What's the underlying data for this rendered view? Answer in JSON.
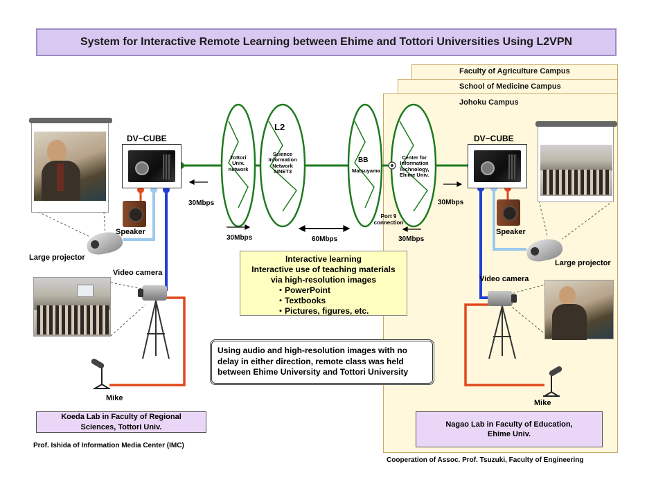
{
  "title": "System for Interactive Remote Learning between Ehime and Tottori Universities Using L2VPN",
  "campuses": [
    "Faculty of Agriculture Campus",
    "School of Medicine Campus",
    "Johoku Campus"
  ],
  "left_site": {
    "dv_cube": "DV−CUBE",
    "speaker": "Speaker",
    "projector": "Large projector",
    "video_camera": "Video camera",
    "mike": "Mike",
    "lab": "Koeda Lab in Faculty of Regional Sciences, Tottori Univ.",
    "footer": "Prof. Ishida of Information Media Center (IMC)"
  },
  "right_site": {
    "dv_cube": "DV−CUBE",
    "speaker": "Speaker",
    "projector": "Large projector",
    "video_camera": "Video camera",
    "mike": "Mike",
    "lab": "Nagao Lab in Faculty of Education, Ehime Univ.",
    "footer": "Cooperation of Assoc. Prof. Tsuzuki, Faculty of Engineering"
  },
  "networks": {
    "tottori": "Tottori Univ. network",
    "l2": "L2",
    "sinet": "Science Information Network SINET3",
    "bb_title": "BB",
    "bb_sub": "Matsuyama",
    "center": "Center for Information Technology, Ehime Univ."
  },
  "speeds": {
    "left_link": "30Mbps",
    "tottori": "30Mbps",
    "sinet": "60Mbps",
    "ehime": "30Mbps",
    "right_link": "30Mbps"
  },
  "port": "Port 9 connection",
  "interactive_box": {
    "lines": [
      "Interactive learning",
      "Interactive use of teaching materials",
      "via high-resolution images",
      "・PowerPoint",
      "・Textbooks",
      "・Pictures, figures, etc."
    ]
  },
  "message": "Using audio and high-resolution images with no delay in either direction, remote class was held between Ehime University and Tottori University",
  "colors": {
    "title_bg": "#d9c9f2",
    "campus_bg": "#fff8dc",
    "network_line": "#1e7a1e",
    "audio_line": "#e0481e",
    "video_line": "#1f3fd6",
    "projector_line": "#9cc9ee",
    "note_bg": "#ffffc0",
    "lab_bg": "#ead7f7"
  },
  "icons": [
    "projector-icon",
    "speaker-icon",
    "video-camera-icon",
    "tripod-icon",
    "microphone-icon",
    "dv-cube-icon",
    "connector-icon"
  ]
}
